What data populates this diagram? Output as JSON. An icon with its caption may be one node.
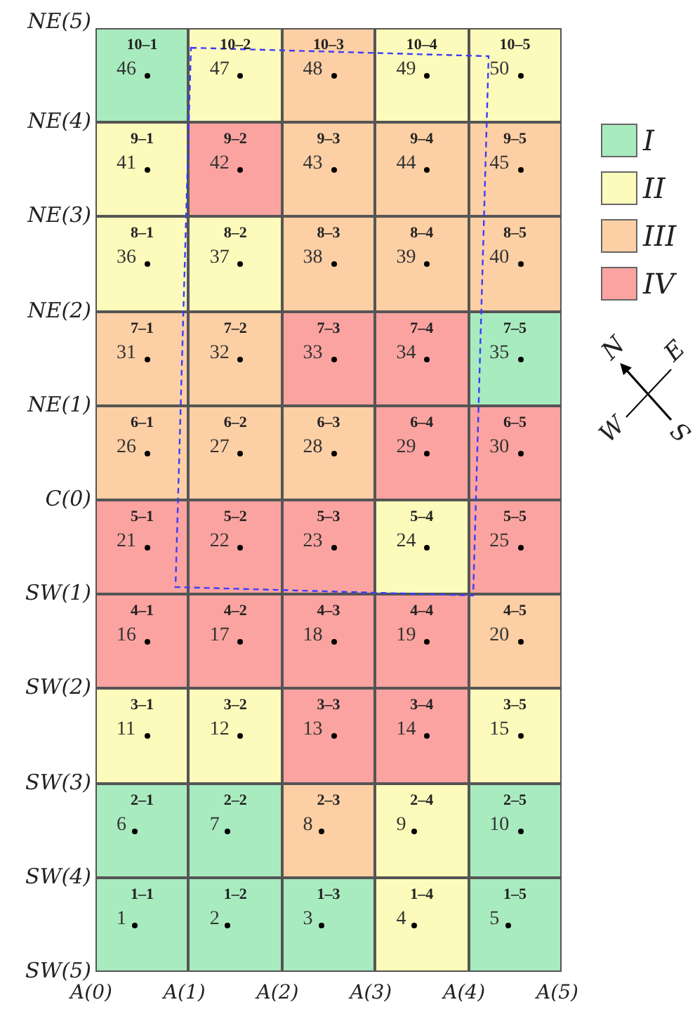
{
  "diagram": {
    "nodes": [
      {
        "text": [
          "10–1",
          "46"
        ]
      },
      {
        "text": [
          "10–2",
          "47"
        ]
      },
      {
        "text": [
          "10–3",
          "48"
        ]
      },
      {
        "text": [
          "10–4",
          "49"
        ]
      },
      {
        "text": [
          "10–5",
          "50"
        ]
      },
      {
        "text": [
          "9–1",
          "41"
        ]
      },
      {
        "text": [
          "9–2",
          "42"
        ]
      },
      {
        "text": [
          "9–3",
          "43"
        ]
      },
      {
        "text": [
          "9–4",
          "44"
        ]
      },
      {
        "text": [
          "9–5",
          "45"
        ]
      },
      {
        "text": [
          "8–1",
          "36"
        ]
      },
      {
        "text": [
          "8–2",
          "37"
        ]
      },
      {
        "text": [
          "8–3",
          "38"
        ]
      },
      {
        "text": [
          "8–4",
          "39"
        ]
      },
      {
        "text": [
          "8–5",
          "40"
        ]
      },
      {
        "text": [
          "7–1",
          "31"
        ]
      },
      {
        "text": [
          "7–2",
          "32"
        ]
      },
      {
        "text": [
          "7–3",
          "33"
        ]
      },
      {
        "text": [
          "7–4",
          "34"
        ]
      },
      {
        "text": [
          "7–5",
          "35"
        ]
      },
      {
        "text": [
          "6–1",
          "26"
        ]
      },
      {
        "text": [
          "6–2",
          "27"
        ]
      },
      {
        "text": [
          "6–3",
          "28"
        ]
      },
      {
        "text": [
          "6–4",
          "29"
        ]
      },
      {
        "text": [
          "6–5",
          "30"
        ]
      },
      {
        "text": [
          "5–1",
          "21"
        ]
      },
      {
        "text": [
          "5–2",
          "22"
        ]
      },
      {
        "text": [
          "5–3",
          "23"
        ]
      },
      {
        "text": [
          "5–4",
          "24"
        ]
      },
      {
        "text": [
          "5–5",
          "25"
        ]
      },
      {
        "text": [
          "4–1",
          "16"
        ]
      },
      {
        "text": [
          "4–2",
          "17"
        ]
      },
      {
        "text": [
          "4–3",
          "18"
        ]
      },
      {
        "text": [
          "4–4",
          "19"
        ]
      },
      {
        "text": [
          "4–5",
          "20"
        ]
      },
      {
        "text": [
          "3–1",
          "11"
        ]
      },
      {
        "text": [
          "3–2",
          "12"
        ]
      },
      {
        "text": [
          "3–3",
          "13"
        ]
      },
      {
        "text": [
          "3–4",
          "14"
        ]
      },
      {
        "text": [
          "3–5",
          "15"
        ]
      },
      {
        "text": [
          "2–1",
          "6"
        ]
      },
      {
        "text": [
          "2–2",
          "7"
        ]
      },
      {
        "text": [
          "2–3",
          "8"
        ]
      },
      {
        "text": [
          "2–4",
          "9"
        ]
      },
      {
        "text": [
          "2–5",
          "10"
        ]
      },
      {
        "text": [
          "1–1",
          "1"
        ]
      },
      {
        "text": [
          "1–2",
          "2"
        ]
      },
      {
        "text": [
          "1–3",
          "3"
        ]
      },
      {
        "text": [
          "1–4",
          "4"
        ]
      },
      {
        "text": [
          "1–5",
          "5"
        ]
      }
    ],
    "labels": [
      "NE(5)",
      "NE(4)",
      "NE(3)",
      "NE(2)",
      "NE(1)",
      "C(0)",
      "SW(1)",
      "SW(2)",
      "SW(3)",
      "SW(4)",
      "SW(5)",
      "A(0)",
      "A(1)",
      "A(2)",
      "A(3)",
      "A(4)",
      "A(5)",
      "N",
      "E",
      "W",
      "S"
    ],
    "legend": [
      {
        "text": "I",
        "color": "#a8ebbf"
      },
      {
        "text": "II",
        "color": "#fdfbbb"
      },
      {
        "text": "III",
        "color": "#fdcfa4"
      },
      {
        "text": "IV",
        "color": "#fba3a0"
      }
    ]
  }
}
